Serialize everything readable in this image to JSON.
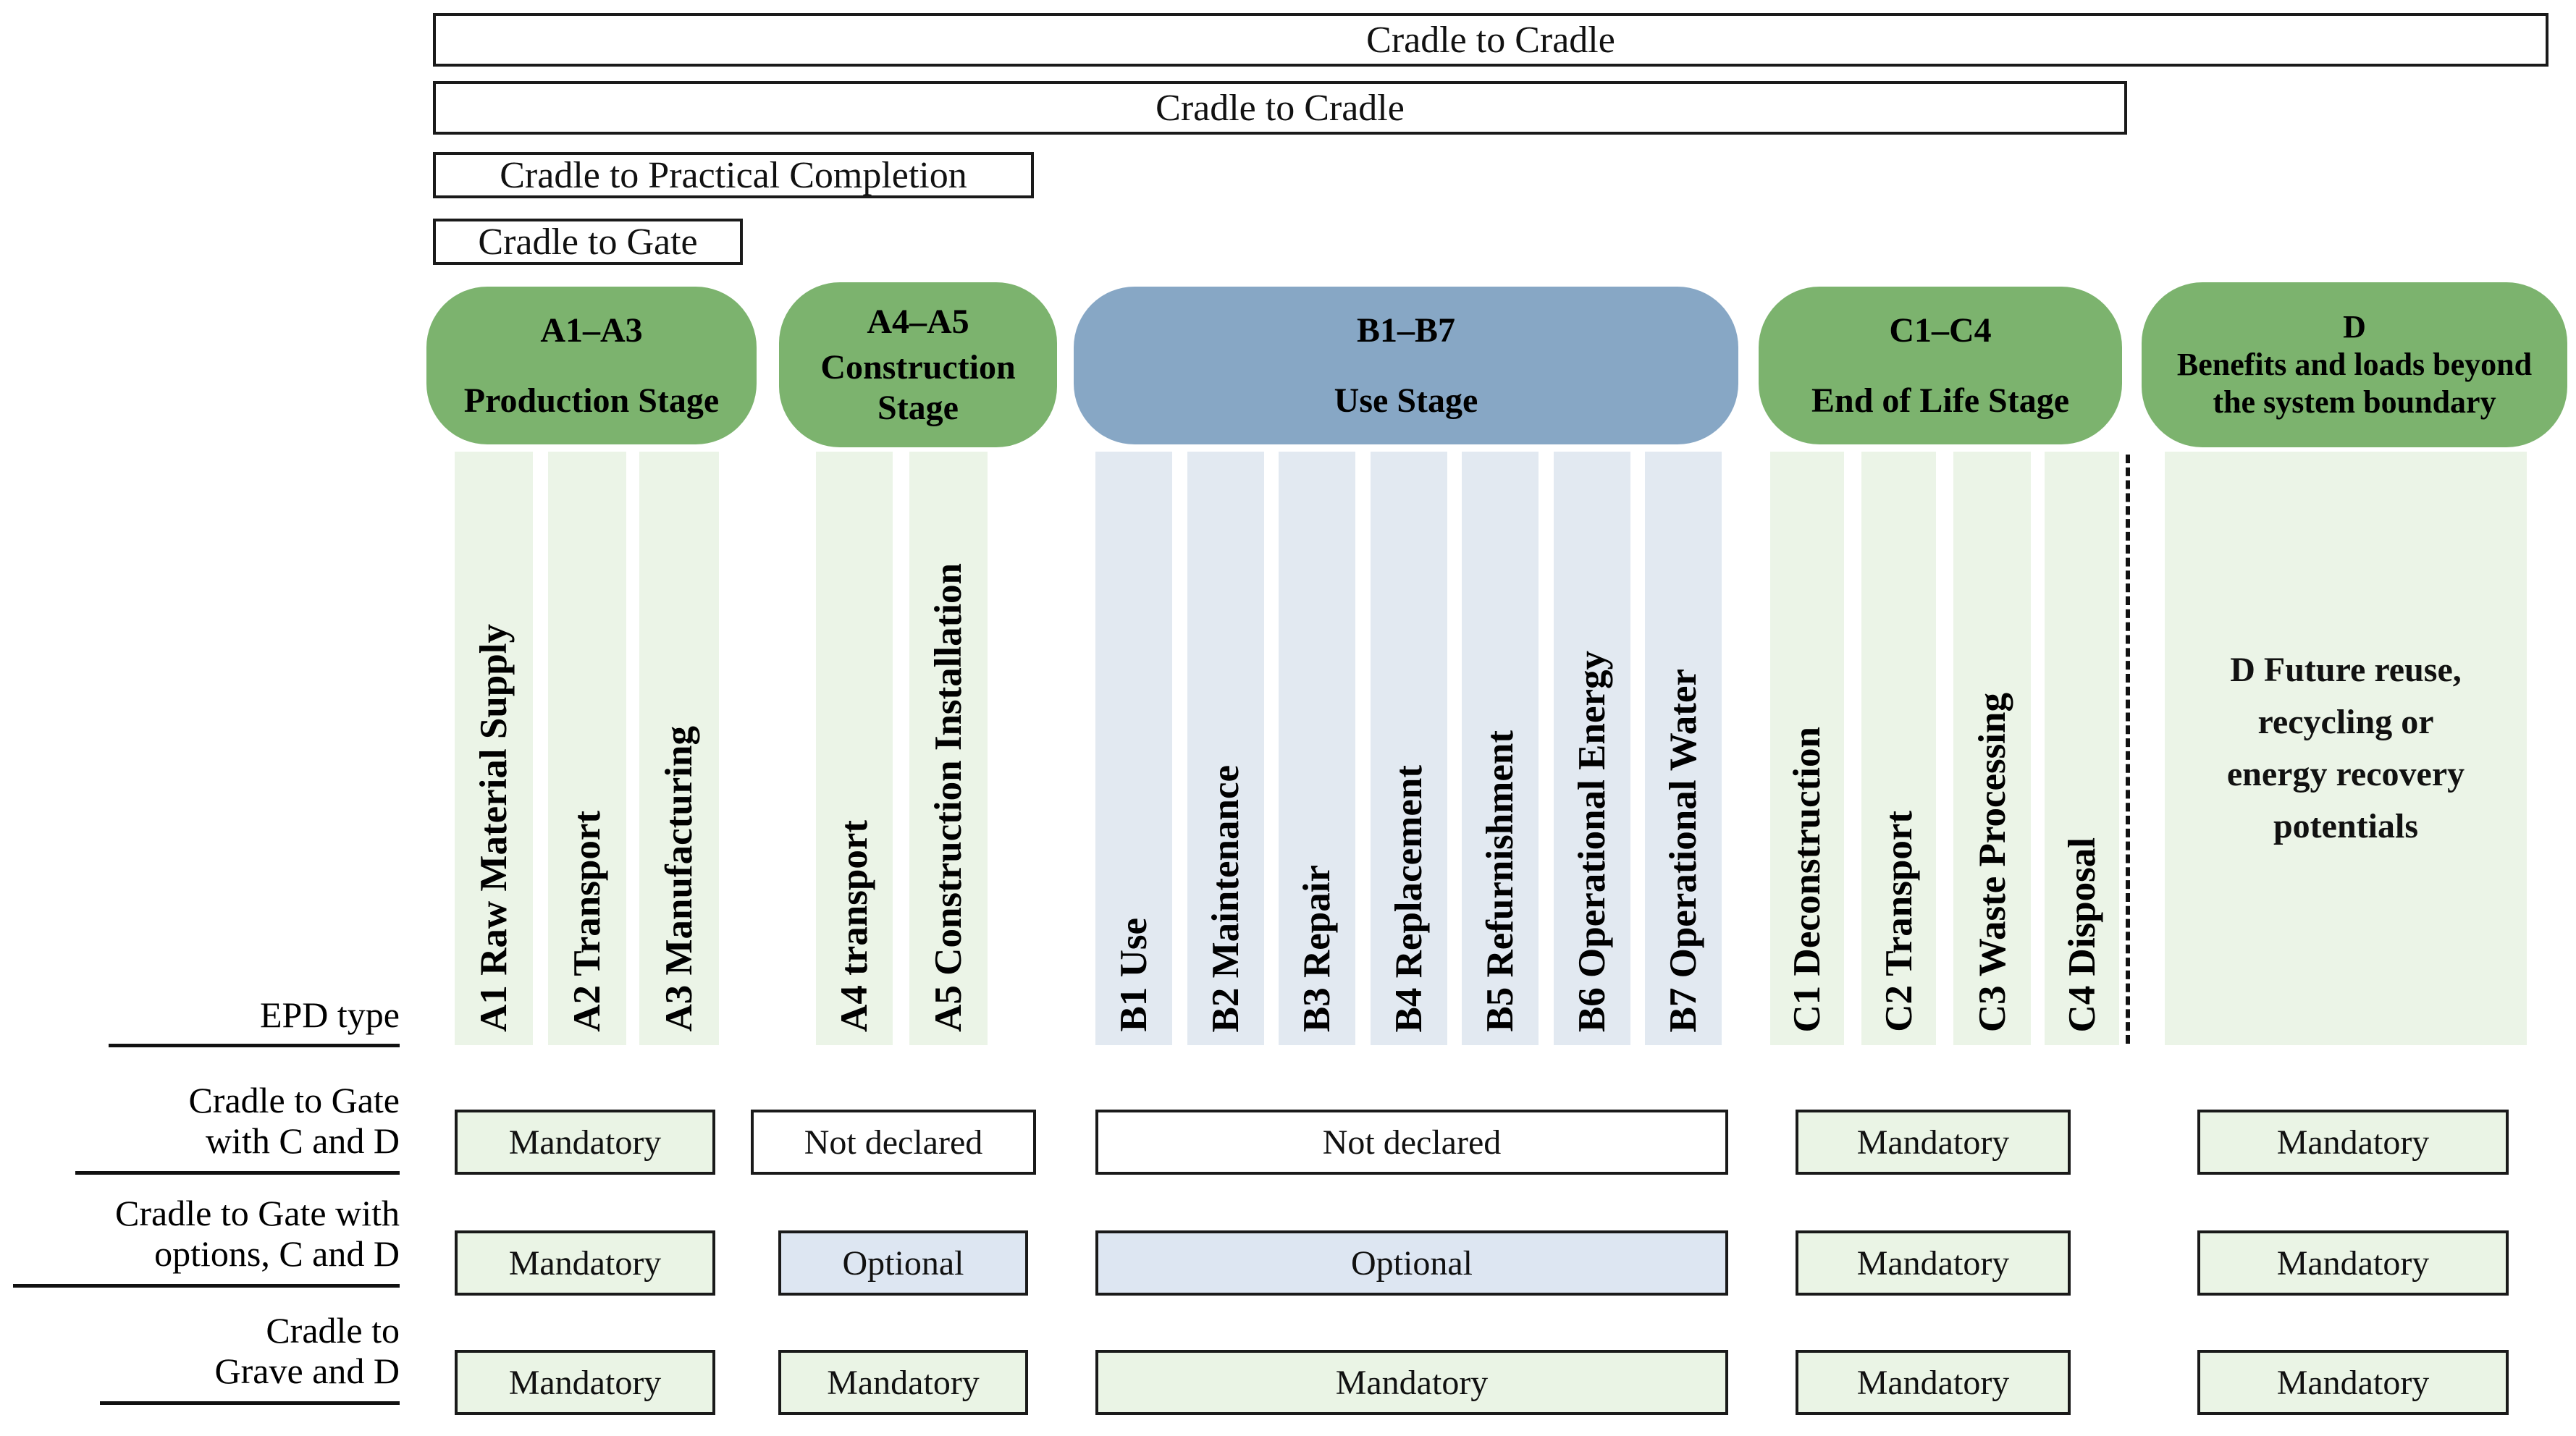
{
  "scope_bars": [
    {
      "label": "Cradle to Cradle"
    },
    {
      "label": "Cradle to Cradle"
    },
    {
      "label": "Cradle to Practical Completion"
    },
    {
      "label": "Cradle to Gate"
    }
  ],
  "pills": {
    "a13_code": "A1–A3",
    "a13_name": "Production Stage",
    "a45_code": "A4–A5",
    "a45_name1": "Construction",
    "a45_name2": "Stage",
    "b_code": "B1–B7",
    "b_name": "Use Stage",
    "c_code": "C1–C4",
    "c_name": "End of Life Stage",
    "d_code": "D",
    "d_name1": "Benefits and loads beyond",
    "d_name2": "the system boundary"
  },
  "modules": {
    "a1": "A1 Raw Material Supply",
    "a2": "A2 Transport",
    "a3": "A3 Manufacturing",
    "a4": "A4 transport",
    "a5": "A5 Construction Installation",
    "b1": "B1 Use",
    "b2": "B2 Maintenance",
    "b3": "B3 Repair",
    "b4": "B4 Replacement",
    "b5": "B5 Refurnishment",
    "b6": "B6 Operational Energy",
    "b7": "B7 Operational Water",
    "c1": "C1 Deconstruction",
    "c2": "C2 Transport",
    "c3": "C3 Waste Processing",
    "c4": "C4 Disposal"
  },
  "d_module": {
    "line1": "D Future reuse,",
    "line2": "recycling or",
    "line3": "energy recovery",
    "line4": "potentials"
  },
  "epd": {
    "header": "EPD type",
    "rows": [
      {
        "label1": "Cradle to Gate",
        "label2": "with C and D",
        "a13": "Mandatory",
        "a45": "Not declared",
        "b": "Not declared",
        "c": "Mandatory",
        "d": "Mandatory"
      },
      {
        "label1": "Cradle to Gate with",
        "label2": "options, C and D",
        "a13": "Mandatory",
        "a45": "Optional",
        "b": "Optional",
        "c": "Mandatory",
        "d": "Mandatory"
      },
      {
        "label1": "Cradle to",
        "label2": "Grave and D",
        "a13": "Mandatory",
        "a45": "Mandatory",
        "b": "Mandatory",
        "c": "Mandatory",
        "d": "Mandatory"
      }
    ]
  },
  "colors": {
    "stage_green": "#7cb36e",
    "stage_blue": "#87a7c5",
    "column_green": "#ebf4e7",
    "column_blue": "#e2e9f1",
    "cell_green": "#eaf4e5",
    "cell_blue": "#dde6f2",
    "cell_white": "#ffffff",
    "border_dark": "#1a1a1a"
  }
}
